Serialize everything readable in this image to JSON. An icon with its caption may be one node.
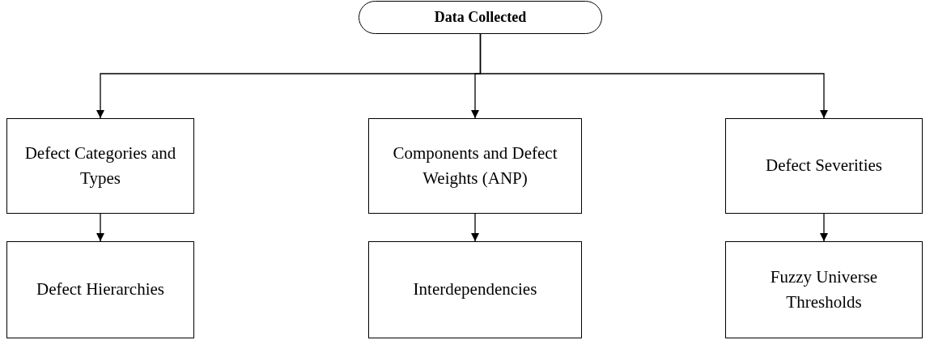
{
  "diagram": {
    "nodes": [
      {
        "text": [
          "Data Collected"
        ]
      },
      {
        "text": [
          "Defect Categories and Types"
        ]
      },
      {
        "text": [
          "Components and Defect Weights (ANP)"
        ]
      },
      {
        "text": [
          "Defect Severities"
        ]
      },
      {
        "text": [
          "Defect Hierarchies"
        ]
      },
      {
        "text": [
          "Interdependencies"
        ]
      },
      {
        "text": [
          "Fuzzy Universe Thresholds"
        ]
      }
    ],
    "edges": [
      {
        "from": 0,
        "to": 1,
        "arrow": "to"
      },
      {
        "from": 0,
        "to": 2,
        "arrow": "to"
      },
      {
        "from": 0,
        "to": 3,
        "arrow": "to"
      },
      {
        "from": 1,
        "to": 4,
        "arrow": "to"
      },
      {
        "from": 2,
        "to": 5,
        "arrow": "to"
      },
      {
        "from": 3,
        "to": 6,
        "arrow": "to"
      }
    ]
  }
}
